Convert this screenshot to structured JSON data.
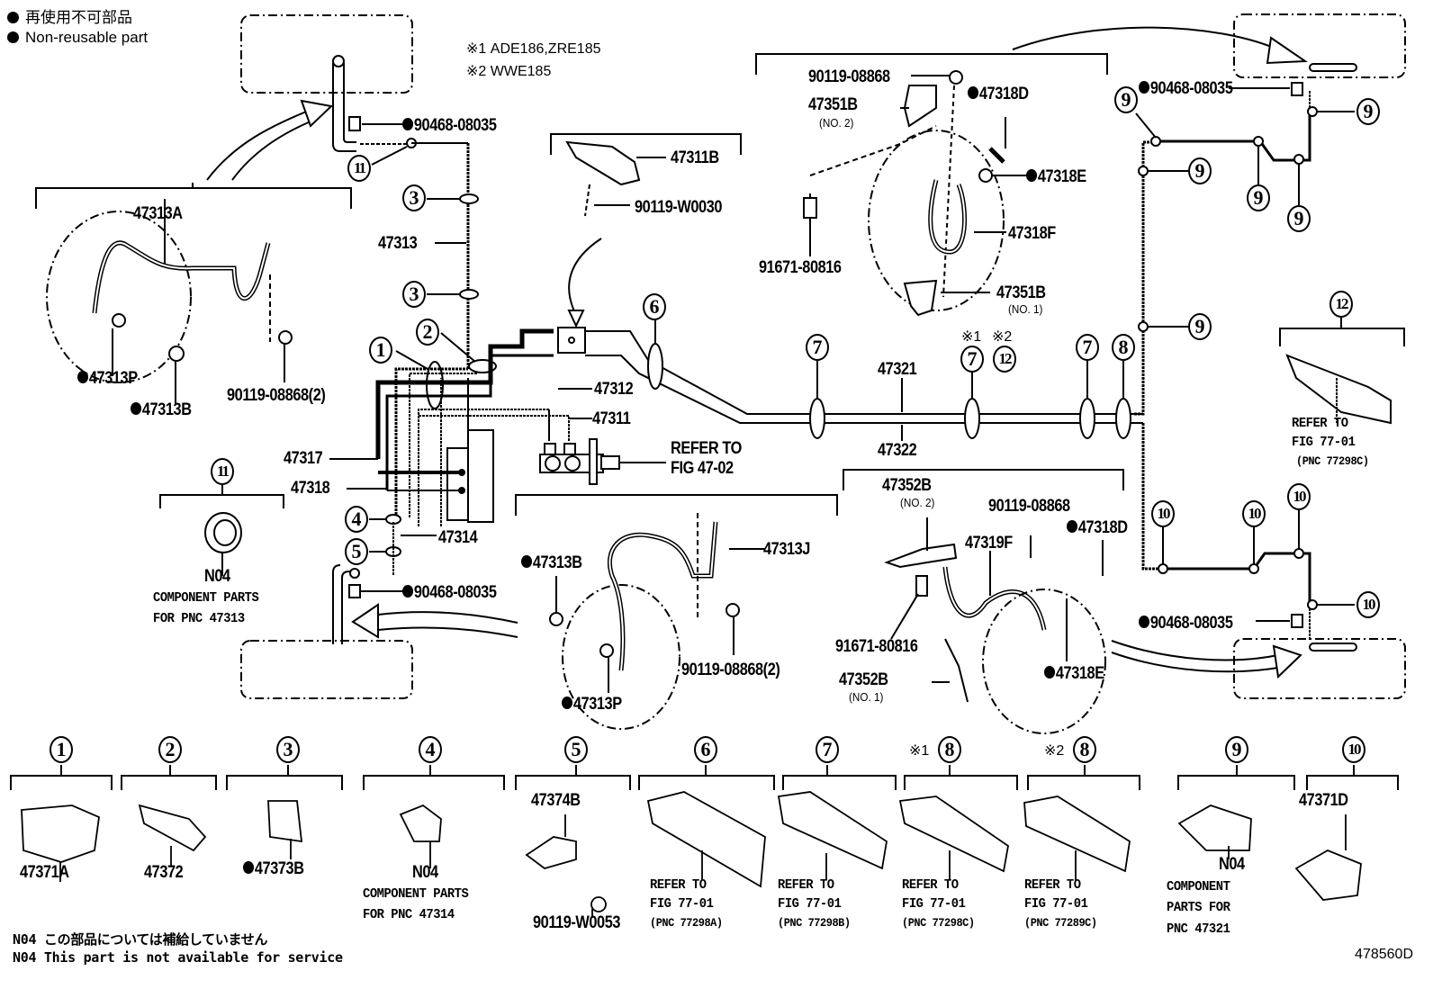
{
  "legend": {
    "non_reusable_jp": "再使用不可部品",
    "non_reusable_en": "Non-reusable part"
  },
  "model_notes": [
    {
      "mark": "※1",
      "text": "ADE186,ZRE185"
    },
    {
      "mark": "※2",
      "text": "WWE185"
    }
  ],
  "diagram_id": "478560D",
  "footnotes": [
    "N04 この部品については補給していません",
    "N04 This part is not available for service"
  ],
  "part_labels": {
    "p_90468_top_left": "90468-08035",
    "p_47313": "47313",
    "p_47313A": "47313A",
    "p_47313P_left": "47313P",
    "p_47313B_left": "47313B",
    "p_90119_08868_2_left": "90119-08868(2)",
    "p_47311B": "47311B",
    "p_90119_W0030": "90119-W0030",
    "p_47312": "47312",
    "p_47311": "47311",
    "p_47317": "47317",
    "p_47318": "47318",
    "p_47314": "47314",
    "p_90468_mid_left": "90468-08035",
    "p_refer_47_02_a": "REFER TO",
    "p_refer_47_02_b": "FIG 47-02",
    "p_90119_08868_top": "90119-08868",
    "p_47351B_no2": "47351B",
    "p_no2_a": "(NO. 2)",
    "p_47318D_top": "47318D",
    "p_47318E_top": "47318E",
    "p_91671_top": "91671-80816",
    "p_47318F": "47318F",
    "p_47351B_no1": "47351B",
    "p_no1_a": "(NO. 1)",
    "p_90468_top_right": "90468-08035",
    "p_47321": "47321",
    "p_47322": "47322",
    "p_47313J": "47313J",
    "p_47313B_mid": "47313B",
    "p_47313P_mid": "47313P",
    "p_90119_08868_2_mid": "90119-08868(2)",
    "p_47352B_no2": "47352B",
    "p_no2_b": "(NO. 2)",
    "p_90119_08868_right": "90119-08868",
    "p_47318D_bottom": "47318D",
    "p_47319F": "47319F",
    "p_91671_bottom": "91671-80816",
    "p_47352B_no1": "47352B",
    "p_no1_b": "(NO. 1)",
    "p_47318E_bottom": "47318E",
    "p_90468_bottom_right": "90468-08035"
  },
  "callout_12_refer": [
    "REFER TO",
    "FIG 77-01",
    "(PNC 77298C)"
  ],
  "callout_11_group": {
    "num": "11",
    "code": "N04",
    "desc": [
      "COMPONENT PARTS",
      "FOR PNC 47313"
    ]
  },
  "line_callouts": {
    "c11": "11",
    "c3a": "3",
    "c3b": "3",
    "c1": "1",
    "c2": "2",
    "c4": "4",
    "c5": "5",
    "c6": "6",
    "c7a": "7",
    "c7b": "7",
    "c12": "12",
    "c7c": "7",
    "c8": "8",
    "c9a": "9",
    "c9b": "9",
    "c9c": "9",
    "c9d": "9",
    "c9e": "9",
    "c9f": "9",
    "c10a": "10",
    "c10b": "10",
    "c10c": "10",
    "c10d": "10",
    "c12group": "12",
    "ast1": "※1",
    "ast2": "※2"
  },
  "bottom_groups": [
    {
      "num": "1",
      "prefix": "",
      "labels": [
        "47371A"
      ],
      "non_reusable": false
    },
    {
      "num": "2",
      "prefix": "",
      "labels": [
        "47372"
      ],
      "non_reusable": false
    },
    {
      "num": "3",
      "prefix": "",
      "labels": [
        "47373B"
      ],
      "non_reusable": true
    },
    {
      "num": "4",
      "prefix": "",
      "labels": [
        "N04",
        "COMPONENT PARTS",
        "FOR PNC 47314"
      ],
      "non_reusable": false
    },
    {
      "num": "5",
      "prefix": "",
      "labels": [
        "47374B",
        "90119-W0053"
      ],
      "non_reusable": false
    },
    {
      "num": "6",
      "prefix": "",
      "labels": [
        "REFER TO",
        "FIG 77-01",
        "(PNC 77298A)"
      ],
      "non_reusable": false
    },
    {
      "num": "7",
      "prefix": "",
      "labels": [
        "REFER TO",
        "FIG 77-01",
        "(PNC 77298B)"
      ],
      "non_reusable": false
    },
    {
      "num": "8",
      "prefix": "※1",
      "labels": [
        "REFER TO",
        "FIG 77-01",
        "(PNC 77298C)"
      ],
      "non_reusable": false
    },
    {
      "num": "8",
      "prefix": "※2",
      "labels": [
        "REFER TO",
        "FIG 77-01",
        "(PNC 77289C)"
      ],
      "non_reusable": false
    },
    {
      "num": "9",
      "prefix": "",
      "labels": [
        "N04",
        "COMPONENT",
        "PARTS FOR",
        "PNC 47321"
      ],
      "non_reusable": false
    },
    {
      "num": "10",
      "prefix": "",
      "labels": [
        "47371D"
      ],
      "non_reusable": false
    }
  ]
}
